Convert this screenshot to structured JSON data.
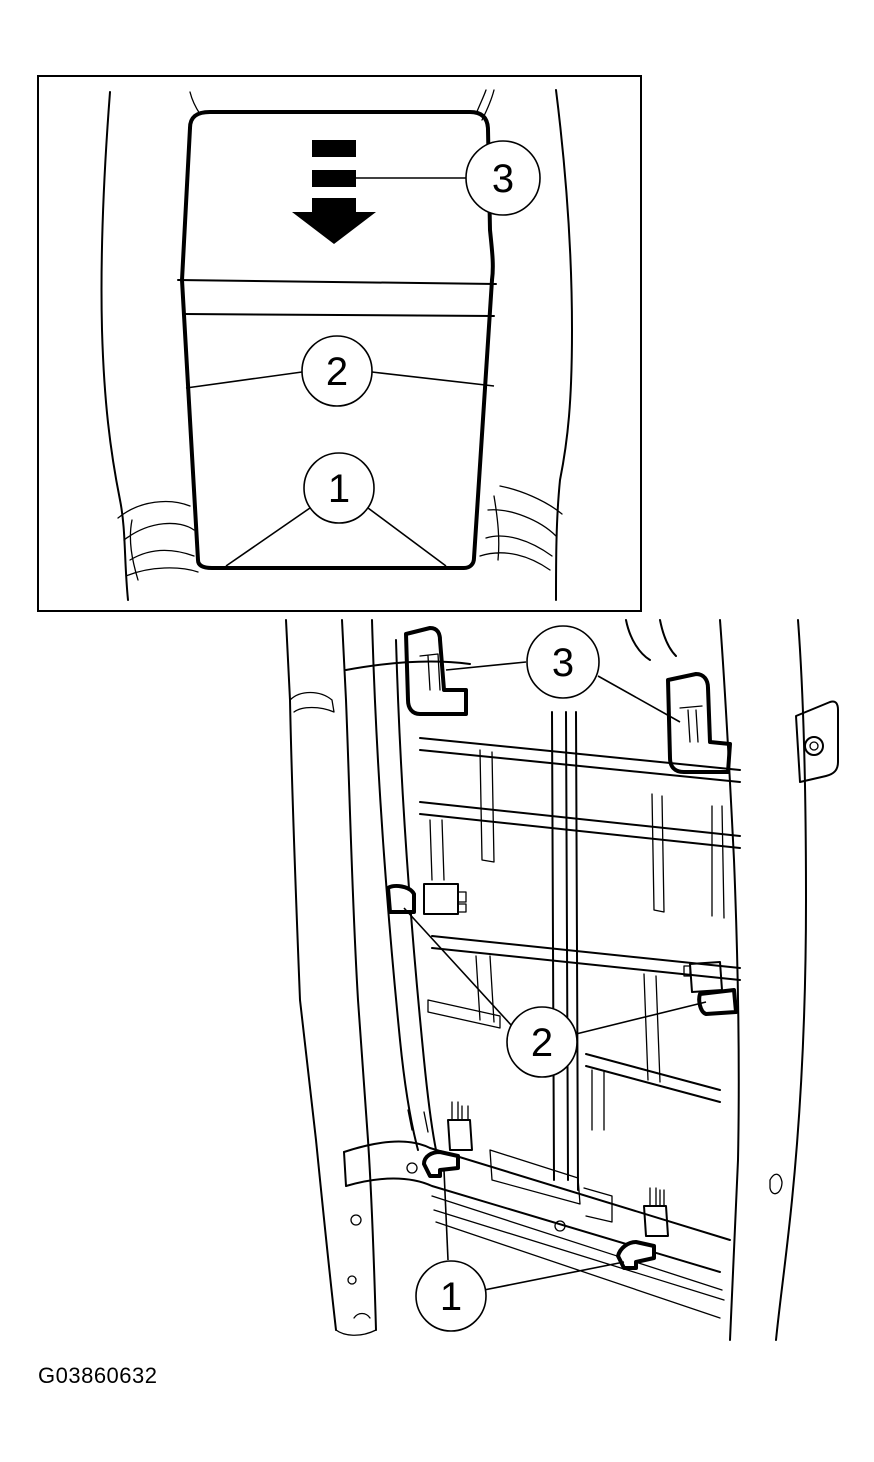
{
  "figure_id": "G03860632",
  "callouts": {
    "top_1": "1",
    "top_2": "2",
    "top_3": "3",
    "bottom_1": "1",
    "bottom_2": "2",
    "bottom_3": "3"
  },
  "icons": {
    "direction": "down-arrow-icon"
  }
}
